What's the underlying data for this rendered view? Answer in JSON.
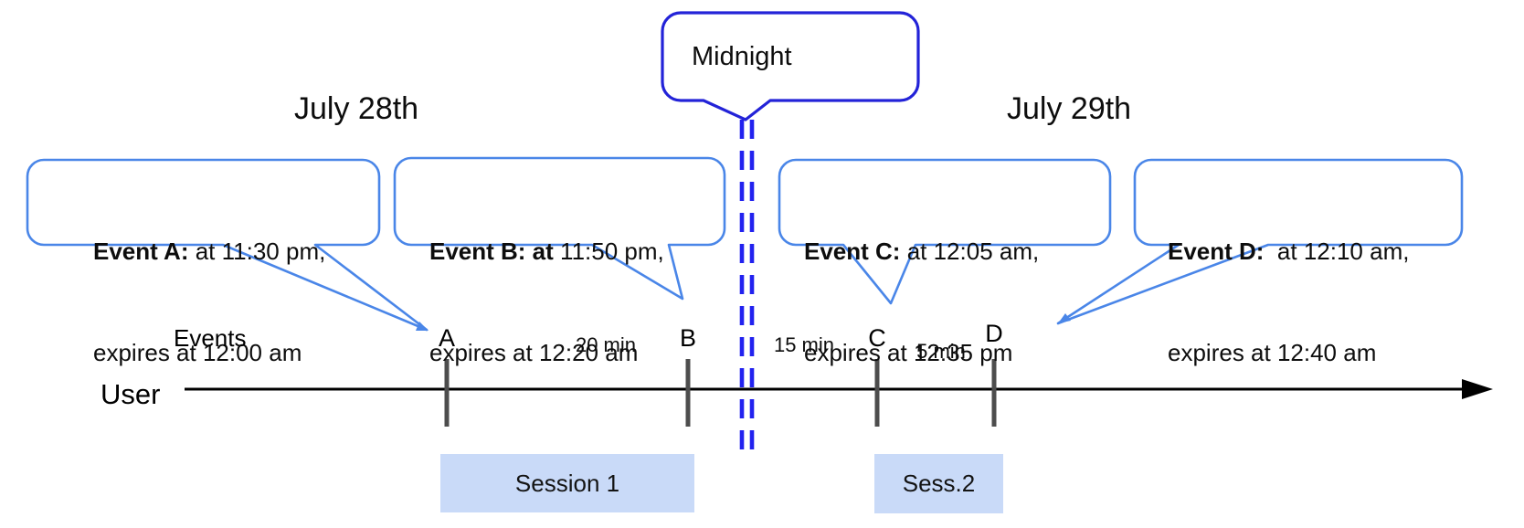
{
  "dates": {
    "left": "July 28th",
    "right": "July 29th"
  },
  "midnight": {
    "label": "Midnight"
  },
  "events": [
    {
      "tick": "A",
      "bold": "Event A:",
      "rest": " at 11:30 pm,",
      "line2": "expires at 12:00 am"
    },
    {
      "tick": "B",
      "bold": "Event B: at",
      "rest": " 11:50 pm,",
      "line2": "expires at 12:20 am"
    },
    {
      "tick": "C",
      "bold": "Event C:",
      "rest": " at 12:05 am,",
      "line2": "expires at 12:35 pm"
    },
    {
      "tick": "D",
      "bold": "Event D:",
      "rest": "  at 12:10 am,",
      "line2": "expires at 12:40 am"
    }
  ],
  "axis": {
    "events_label": "Events",
    "user_label": "User"
  },
  "intervals": [
    {
      "label": "20 min"
    },
    {
      "label": "15 min"
    },
    {
      "label": "5 min"
    }
  ],
  "sessions": [
    {
      "label": "Session 1"
    },
    {
      "label": "Sess.2"
    }
  ],
  "colors": {
    "event_bubble_border": "#4a86e8",
    "midnight_border": "#2323d8",
    "midnight_dash": "#2222ef",
    "session_fill": "#c9daf8",
    "tick": "#4d4d4d",
    "timeline": "#000000"
  }
}
